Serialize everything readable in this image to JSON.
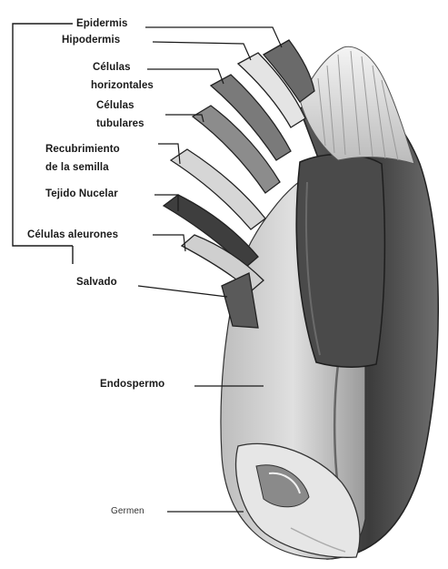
{
  "labels": {
    "epidermis": "Epidermis",
    "hypodermis": "Hipodermis",
    "horizontal_cells_line1": "Células",
    "horizontal_cells_line2": "horizontales",
    "tubular_cells_line1": "Células",
    "tubular_cells_line2": "tubulares",
    "seed_coat_line1": "Recubrimiento",
    "seed_coat_line2": "de la semilla",
    "nucellar_tissue": "Tejido Nucelar",
    "aleurone_cells": "Células aleurones",
    "bran": "Salvado",
    "endosperm": "Endospermo",
    "germ": "Germen"
  },
  "colors": {
    "ink": "#1a1a1a",
    "grain_dark": "#3a3a3a",
    "grain_mid": "#8a8a8a",
    "endosperm": "#c9c9c9",
    "brush": "#e8e8e8"
  }
}
